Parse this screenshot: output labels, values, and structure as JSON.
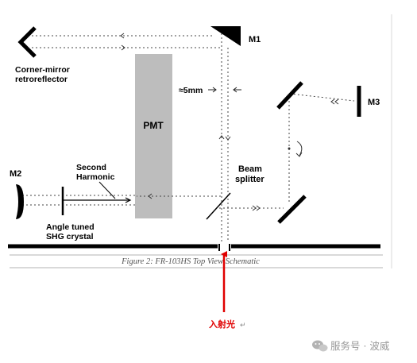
{
  "labels": {
    "m1": "M1",
    "m2": "M2",
    "m3": "M3",
    "corner_mirror_line1": "Corner-mirror",
    "corner_mirror_line2": "retroreflector",
    "pmt": "PMT",
    "spacing": "≈5mm",
    "beam_splitter_line1": "Beam",
    "beam_splitter_line2": "splitter",
    "second_harmonic_line1": "Second",
    "second_harmonic_line2": "Harmonic",
    "angle_tuned_line1": "Angle tuned",
    "angle_tuned_line2": "SHG crystal"
  },
  "caption": "Figure 2: FR-103HS Top View Schematic",
  "annotation": {
    "incident_light": "入射光",
    "return_mark": "↵",
    "color": "#e00000"
  },
  "watermark": {
    "text": "服务号 · 波威",
    "icon": "wechat-icon"
  },
  "colors": {
    "pmt_fill": "#bdbdbd",
    "caption_rule": "#9a9a9a"
  }
}
